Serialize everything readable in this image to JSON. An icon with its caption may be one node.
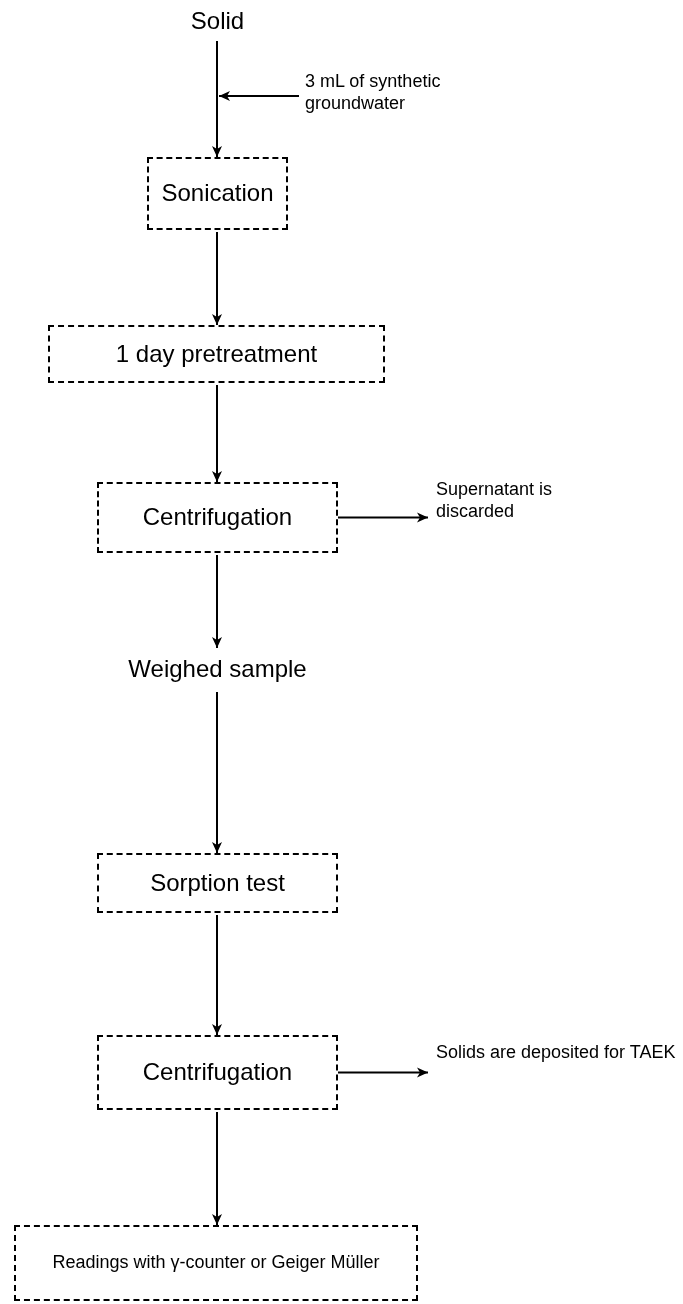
{
  "diagram": {
    "nodes": [
      {
        "text": [
          "Solid"
        ]
      },
      {
        "text": [
          "3 mL of synthetic groundwater"
        ]
      },
      {
        "text": [
          "Sonication"
        ]
      },
      {
        "text": [
          "1 day pretreatment"
        ]
      },
      {
        "text": [
          "Centrifugation"
        ]
      },
      {
        "text": [
          "Supernatant is discarded"
        ]
      },
      {
        "text": [
          "Weighed sample"
        ]
      },
      {
        "text": [
          "Sorption test"
        ]
      },
      {
        "text": [
          "Centrifugation"
        ]
      },
      {
        "text": [
          "Solids are deposited for TAEK"
        ]
      },
      {
        "text": [
          "Readings with γ-counter or Geiger Müller"
        ]
      }
    ],
    "edges": [
      {
        "from": 0,
        "to": 2,
        "arrow": "to"
      },
      {
        "from": 1,
        "to": null,
        "arrow": "to"
      },
      {
        "from": 2,
        "to": 3,
        "arrow": "to"
      },
      {
        "from": 3,
        "to": 4,
        "arrow": "to"
      },
      {
        "from": 4,
        "to": 5,
        "arrow": "to"
      },
      {
        "from": 4,
        "to": 6,
        "arrow": "to"
      },
      {
        "from": 6,
        "to": 7,
        "arrow": "to"
      },
      {
        "from": 7,
        "to": 8,
        "arrow": "to"
      },
      {
        "from": 8,
        "to": 9,
        "arrow": "to"
      },
      {
        "from": 8,
        "to": 10,
        "arrow": "to"
      }
    ]
  }
}
